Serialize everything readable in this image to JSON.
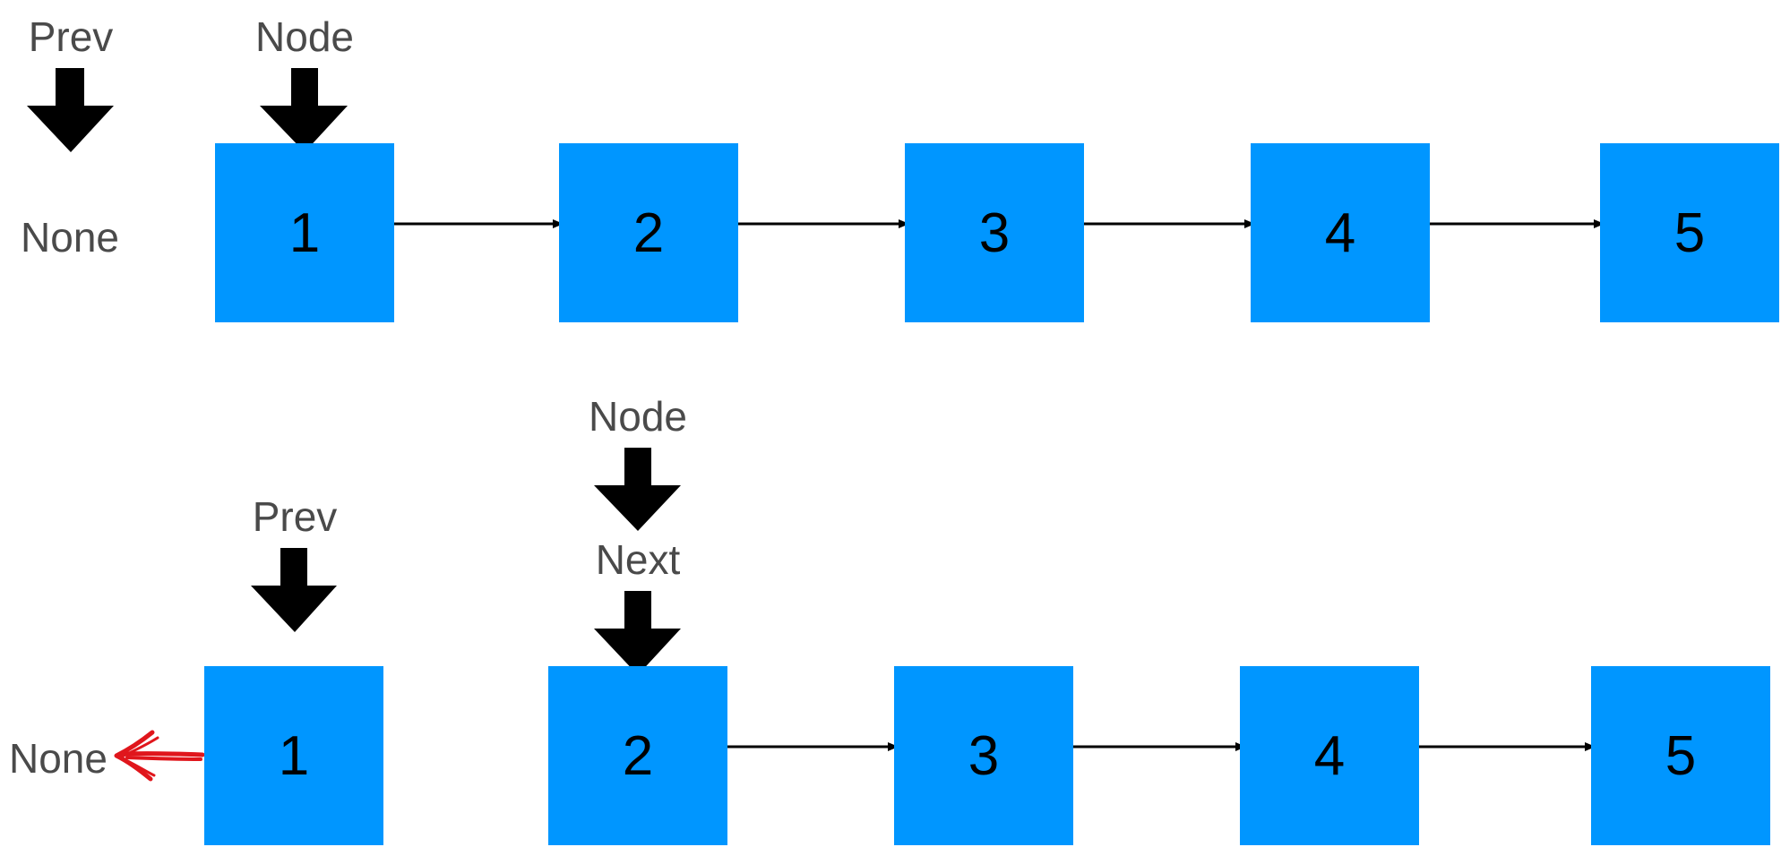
{
  "diagram": {
    "rows": [
      {
        "nodes": [
          "1",
          "2",
          "3",
          "4",
          "5"
        ],
        "none_label": "None",
        "pointers": [
          {
            "label": "Prev"
          },
          {
            "label": "Node"
          }
        ]
      },
      {
        "nodes": [
          "1",
          "2",
          "3",
          "4",
          "5"
        ],
        "none_label": "None",
        "pointers": [
          {
            "label": "Node"
          },
          {
            "label": "Prev"
          },
          {
            "label": "Next"
          }
        ]
      }
    ],
    "colors": {
      "node_fill": "#0096ff",
      "node_text": "#000000",
      "label_text": "#4a4a4a",
      "arrow": "#000000",
      "reversed_link": "#e0161c",
      "background": "#ffffff"
    }
  }
}
